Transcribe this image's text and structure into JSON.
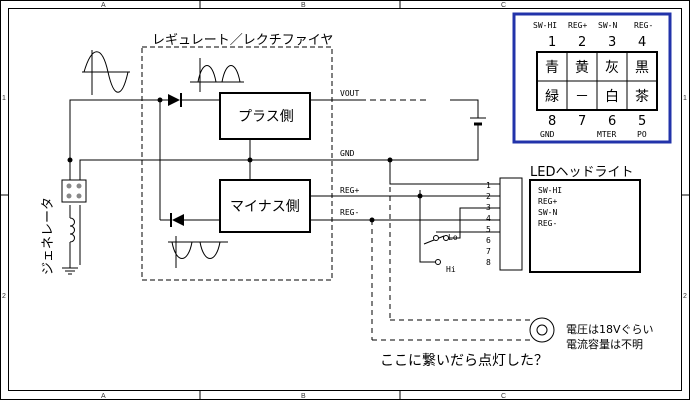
{
  "grid": {
    "columns": [
      "A",
      "B",
      "C"
    ],
    "rows": [
      "1",
      "2"
    ]
  },
  "regulator": {
    "title": "レギュレート／レクチファイヤ",
    "plus_block": "プラス側",
    "minus_block": "マイナス側"
  },
  "generator": {
    "label": "ジェネレータ"
  },
  "nets": {
    "vout": "VOUT",
    "gnd": "GND",
    "reg_plus": "REG+",
    "reg_minus": "REG-"
  },
  "headlight": {
    "title": "LEDヘッドライト",
    "pins": [
      "SW-HI",
      "REG+",
      "SW-N",
      "REG-"
    ],
    "pin_numbers": [
      "1",
      "2",
      "3",
      "4",
      "5",
      "6",
      "7",
      "8"
    ]
  },
  "switch": {
    "lo": "Lo",
    "hi": "Hi"
  },
  "connector": {
    "top_labels": [
      "SW-HI",
      "REG+",
      "SW-N",
      "REG-"
    ],
    "top_numbers": [
      "1",
      "2",
      "3",
      "4"
    ],
    "top_colors": [
      "青",
      "黄",
      "灰",
      "黒"
    ],
    "bottom_colors": [
      "緑",
      "－",
      "白",
      "茶"
    ],
    "bottom_numbers": [
      "8",
      "7",
      "6",
      "5"
    ],
    "bottom_labels": [
      "GND",
      "",
      "MTER",
      "PO"
    ],
    "border_color": "#2233aa"
  },
  "bulb": {
    "note_line1": "電圧は18Vぐらい",
    "note_line2": "電流容量は不明"
  },
  "question": "ここに繋いだら点灯した？"
}
